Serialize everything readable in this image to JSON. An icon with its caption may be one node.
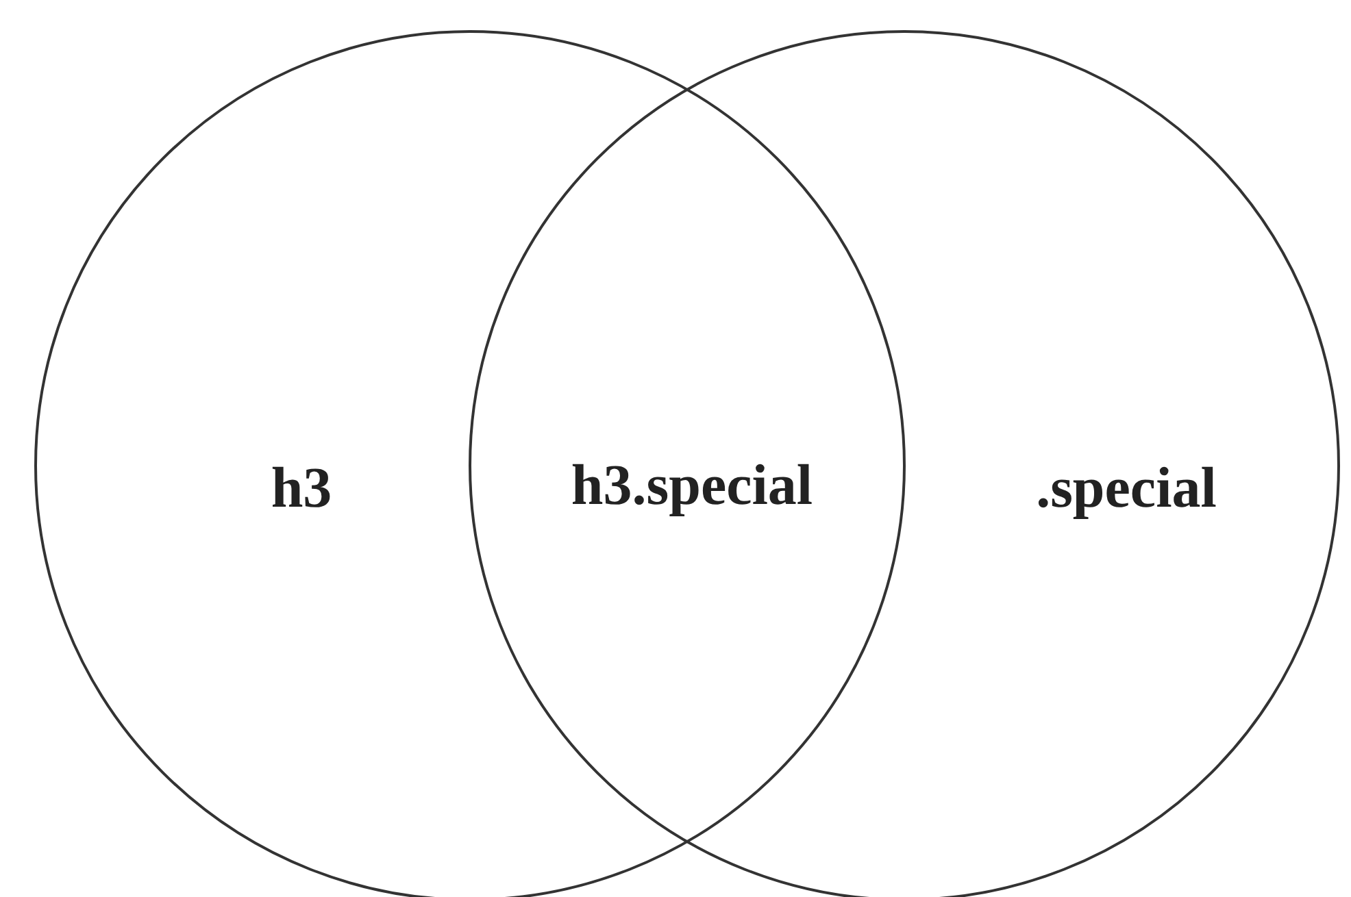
{
  "diagram": {
    "nodes": [
      {
        "text": [
          "h3"
        ]
      },
      {
        "text": [
          ".special"
        ]
      }
    ],
    "edges": [],
    "labels": [
      "h3.special"
    ]
  }
}
